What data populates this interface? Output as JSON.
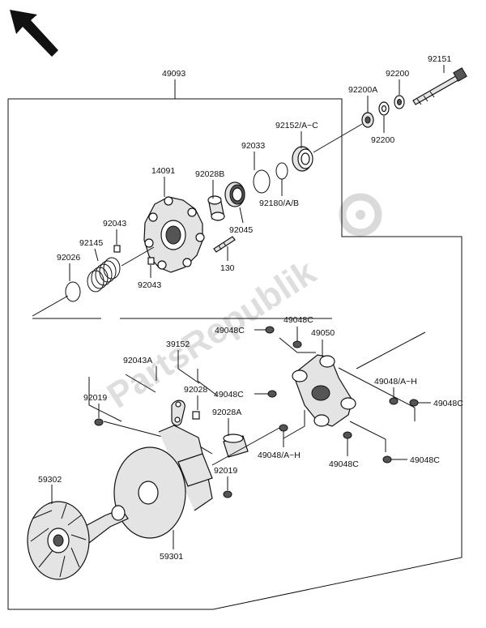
{
  "watermark": "PartsRepublik",
  "labels": {
    "l49093": "49093",
    "l92151": "92151",
    "l92200a": "92200",
    "l92200A": "92200A",
    "l92200b": "92200",
    "l92152": "92152/A~C",
    "l92033": "92033",
    "l14091": "14091",
    "l92028B": "92028B",
    "l92180": "92180/A/B",
    "l92045": "92045",
    "l92043a": "92043",
    "l92145": "92145",
    "l92026": "92026",
    "l130": "130",
    "l92043b": "92043",
    "l49048Ca": "49048C",
    "l49048Cb": "49048C",
    "l49050": "49050",
    "l39152": "39152",
    "l92043A": "92043A",
    "l92028": "92028",
    "l92019a": "92019",
    "l49048Cc": "49048C",
    "l92028A": "92028A",
    "l49048AHa": "49048/A~H",
    "l49048Cd": "49048C",
    "l49048AHb": "49048/A~H",
    "l49048Ce": "49048C",
    "l49048Cf": "49048C",
    "l59302": "59302",
    "l92019b": "92019",
    "l59301": "59301"
  },
  "icons": {
    "direction": "arrow-up-left-icon",
    "watermark_logo": "gear-icon"
  }
}
